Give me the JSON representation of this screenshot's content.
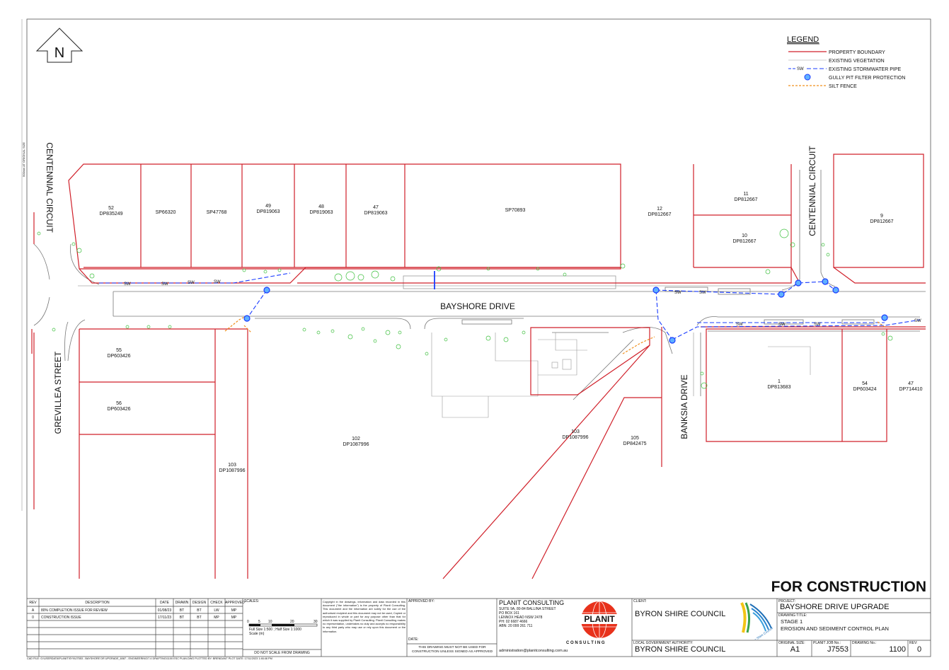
{
  "north": "N",
  "side_note": "500mm AT ORIGINAL SIZE",
  "legend": {
    "title": "LEGEND",
    "items": [
      {
        "label": "PROPERTY BOUNDARY",
        "color": "#d0202a"
      },
      {
        "label": "EXISTING VEGETATION",
        "color": "#bbbbbb"
      },
      {
        "label": "EXISTING STORMWATER PIPE",
        "color": "#1a3cff",
        "tag": "SW"
      },
      {
        "label": "GULLY PIT FILTER PROTECTION",
        "color": "#3a8fe8"
      },
      {
        "label": "SILT FENCE",
        "color": "#f0901e"
      }
    ]
  },
  "streets": {
    "bayshore": "BAYSHORE DRIVE",
    "centennial_w": "CENTENNIAL CIRCUIT",
    "centennial_e": "CENTENNIAL CIRCUIT",
    "grevillea": "GREVILLEA STREET",
    "banksia": "BANKSIA DRIVE"
  },
  "lots": [
    {
      "l1": "52",
      "l2": "DP835249"
    },
    {
      "l1": "",
      "l2": "SP66320"
    },
    {
      "l1": "",
      "l2": "SP47768"
    },
    {
      "l1": "49",
      "l2": "DP819063"
    },
    {
      "l1": "48",
      "l2": "DP819063"
    },
    {
      "l1": "47",
      "l2": "DP819063"
    },
    {
      "l1": "",
      "l2": "SP70893"
    },
    {
      "l1": "12",
      "l2": "DP812667"
    },
    {
      "l1": "11",
      "l2": "DP812667"
    },
    {
      "l1": "10",
      "l2": "DP812667"
    },
    {
      "l1": "9",
      "l2": "DP812667"
    },
    {
      "l1": "55",
      "l2": "DP603426"
    },
    {
      "l1": "56",
      "l2": "DP603426"
    },
    {
      "l1": "103",
      "l2": "DP1087996"
    },
    {
      "l1": "102",
      "l2": "DP1087996"
    },
    {
      "l1": "103",
      "l2": "DP1087996"
    },
    {
      "l1": "105",
      "l2": "DP842475"
    },
    {
      "l1": "1",
      "l2": "DP813683"
    },
    {
      "l1": "54",
      "l2": "DP603424"
    },
    {
      "l1": "47",
      "l2": "DP714410"
    }
  ],
  "sw_tag": "SW",
  "stamp": "FOR CONSTRUCTION",
  "title_block": {
    "rev_headers": [
      "REV",
      "DESCRIPTION",
      "DATE",
      "DRAWN",
      "DESIGN",
      "CHECK",
      "APPROVED"
    ],
    "rev_rows": [
      [
        "A",
        "80% COMPLETION ISSUE FOR REVIEW",
        "01/08/23",
        "BT",
        "BT",
        "LW",
        "MP"
      ],
      [
        "0",
        "CONSTRUCTION ISSUE",
        "17/11/23",
        "BT",
        "BT",
        "MP",
        "MP"
      ]
    ],
    "scales_label": "SCALES:",
    "scale_ticks": [
      "0",
      "5",
      "10",
      "20",
      "30"
    ],
    "scale_note1": "Full Size 1:500 ; Half Size 1:1000",
    "scale_note2": "Scale (m)",
    "do_not_scale": "DO NOT SCALE FROM DRAWING",
    "copyright": "Copyright in the drawings, information and data recorded in this document (\"the information\") is the property of Planit Consulting. This document and the information are solely for the use of the authorised recipient and this document may not be used, Copied or reproduced in whole or part for any purpose other than that for which it was supplied by Planit Consulting. Planit Consulting makes no representation, undertakes no duty and accepts no responsibility to any third party who may use or rely upon this document or the information.",
    "approved_by": "APPROVED BY:",
    "date_label": "DATE:",
    "must_not": "THIS DRAWING MUST NOT BE USED FOR CONSTRUCTION UNLESS SIGNED AS APPROVED",
    "company": {
      "name": "PLANIT CONSULTING",
      "addr": [
        "SUITE 9A, 80-84 BALLINA STREET",
        "PO BOX 161",
        "LENNOX HEAD NSW 2478",
        "PH: 02 6687 4666",
        "ABN: 20 099 261 711"
      ],
      "email": "administration@planitconsulting.com.au",
      "logo_word": "PLANIT",
      "logo_sub": "C O N S U L T I N G"
    },
    "client_label": "CLIENT:",
    "client": "BYRON SHIRE COUNCIL",
    "lga_label": "LOCAL GOVERNMENT AUTHORITY:",
    "lga": "BYRON SHIRE COUNCIL",
    "council_logo_text": "Byron Shire Council",
    "project_label": "PROJECT:",
    "project": "BAYSHORE DRIVE UPGRADE",
    "drawing_title_label": "DRAWING TITLE:",
    "drawing_title_1": "STAGE 1",
    "drawing_title_2": "EROSION AND SEDIMENT CONTROL PLAN",
    "orig_size_label": "ORIGINAL SIZE:",
    "orig_size": "A1",
    "job_label": "PLANIT JOB No.:",
    "job": "J7553",
    "drawing_no_label": "DRAWING No.:",
    "drawing_no": "1100",
    "rev_label": "REV:",
    "rev": "0"
  },
  "cad_file": "CAD FILE: G:\\USERDATA\\PLANIT\\SYN\\J7553 - BAYSHORE DR UPGRADE_6087 - ENGINEERING\\7.4 DRAFTING\\1100 ESC PLAN.DWG PLOTTED BY: BRENDANT PLOT DATE: 17/11/2023 1:46:46 PM"
}
